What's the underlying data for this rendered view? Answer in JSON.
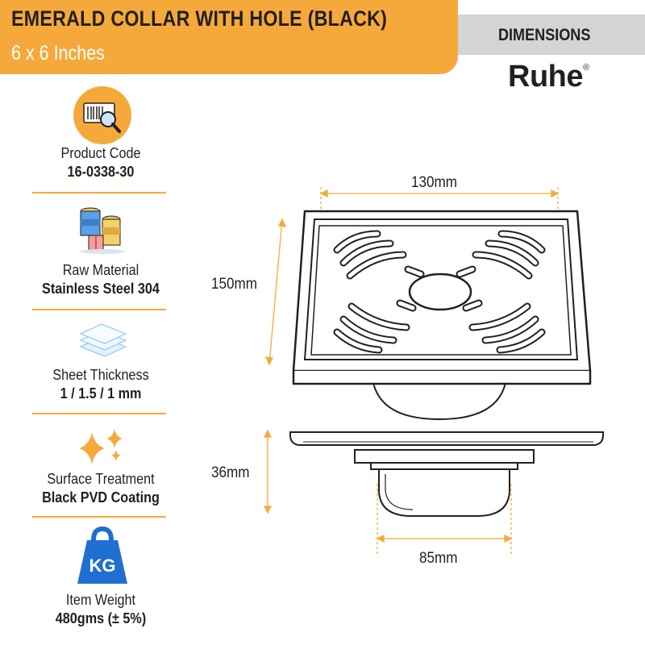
{
  "header": {
    "title": "EMERALD COLLAR WITH HOLE (BLACK)",
    "subtitle": "6 x 6 Inches"
  },
  "dimensions_tab": {
    "label": "DIMENSIONS"
  },
  "brand": {
    "logo": "Ruhe",
    "registered": "®"
  },
  "specs": [
    {
      "label": "Product Code",
      "value": "16-0338-30",
      "icon": "barcode-magnifier-icon"
    },
    {
      "label": "Raw Material",
      "value": "Stainless Steel 304",
      "icon": "material-cans-icon"
    },
    {
      "label": "Sheet Thickness",
      "value": "1 / 1.5 / 1 mm",
      "icon": "sheets-stack-icon"
    },
    {
      "label": "Surface Treatment",
      "value": "Black PVD Coating",
      "icon": "sparkles-icon"
    },
    {
      "label": "Item Weight",
      "value": "480gms (± 5%)",
      "icon": "weight-kg-icon",
      "icon_text": "KG"
    }
  ],
  "drawing": {
    "top_width": "130mm",
    "top_height": "150mm",
    "side_height": "36mm",
    "pipe_width": "85mm"
  },
  "colors": {
    "accent": "#f6a93b",
    "tab_gray": "#d4d4d4",
    "text": "#231f20",
    "weight_blue": "#1f6fd1"
  }
}
